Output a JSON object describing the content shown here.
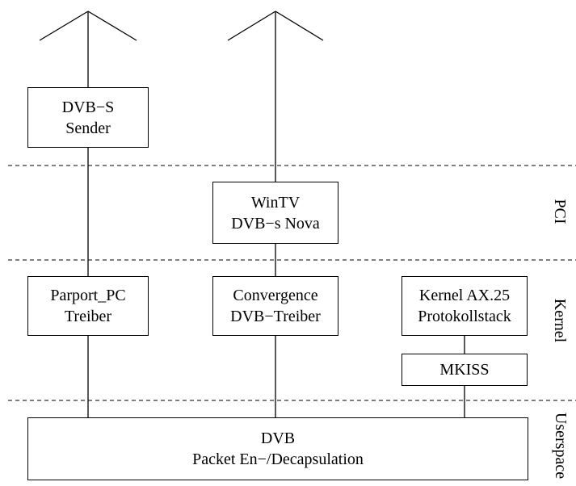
{
  "boxes": {
    "dvb_s_sender": {
      "line1": "DVB−S",
      "line2": "Sender"
    },
    "wintv": {
      "line1": "WinTV",
      "line2": "DVB−s Nova"
    },
    "parport": {
      "line1": "Parport_PC",
      "line2": "Treiber"
    },
    "convergence": {
      "line1": "Convergence",
      "line2": "DVB−Treiber"
    },
    "kernel_ax25": {
      "line1": "Kernel AX.25",
      "line2": "Protokollstack"
    },
    "mkiss": {
      "line1": "MKISS"
    },
    "dvb_packet": {
      "line1": "DVB",
      "line2": "Packet En−/Decapsulation"
    }
  },
  "layers": {
    "pci": "PCI",
    "kernel": "Kernel",
    "userspace": "Userspace"
  }
}
